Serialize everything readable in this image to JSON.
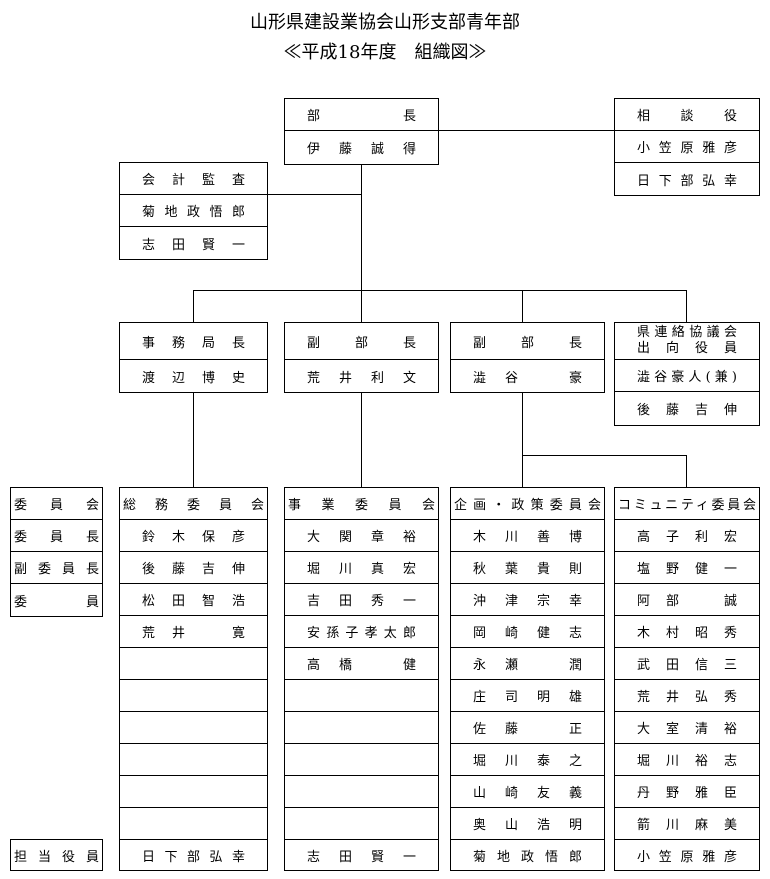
{
  "title": {
    "line1": "山形県建設業協会山形支部青年部",
    "line2": "≪平成18年度　組織図≫"
  },
  "boxes": {
    "bucho": [
      "部　　　　　長",
      "伊藤誠得"
    ],
    "sodanyaku": [
      "相談役",
      "小笠原雅彦",
      "日下部弘幸"
    ],
    "kaikei_kansa": [
      "会計監査",
      "菊地政悟郎",
      "志田賢一"
    ],
    "jimukyokucho": [
      "事務局長",
      "渡辺博史"
    ],
    "fukubucho_1": [
      "副　部　長",
      "荒井利文"
    ],
    "fukubucho_2": [
      "副　部　長",
      "澁谷　豪"
    ],
    "kenren": [
      "県連絡協議会\n出向役員",
      "澁谷豪人(兼)",
      "後藤吉伸"
    ],
    "iinkai_legend": [
      "委　員　会",
      "委　員　長",
      "副委員長",
      "委　　　員"
    ],
    "tanto_legend": [
      "担当役員"
    ],
    "somu": [
      "総務委員会",
      "鈴木保彦",
      "後藤吉伸",
      "松田智浩",
      "荒井　寛",
      "",
      "",
      "",
      "",
      "",
      "",
      "日下部弘幸"
    ],
    "jigyo": [
      "事業委員会",
      "大関章裕",
      "堀川真宏",
      "吉田秀一",
      "安孫子孝太郎",
      "高橋　健",
      "",
      "",
      "",
      "",
      "",
      "志田賢一"
    ],
    "kikaku": [
      "企画・政策委員会",
      "木川善博",
      "秋葉貴則",
      "沖津宗幸",
      "岡崎健志",
      "永瀬　潤",
      "庄司明雄",
      "佐藤　正",
      "堀川泰之",
      "山崎友義",
      "奥山浩明",
      "菊地政悟郎"
    ],
    "community": [
      "コミュニティ委員会",
      "高子利宏",
      "塩野健一",
      "阿部　誠",
      "木村昭秀",
      "武田信三",
      "荒井弘秀",
      "大室清裕",
      "堀川裕志",
      "丹野雅臣",
      "箭川麻美",
      "小笠原雅彦"
    ]
  }
}
